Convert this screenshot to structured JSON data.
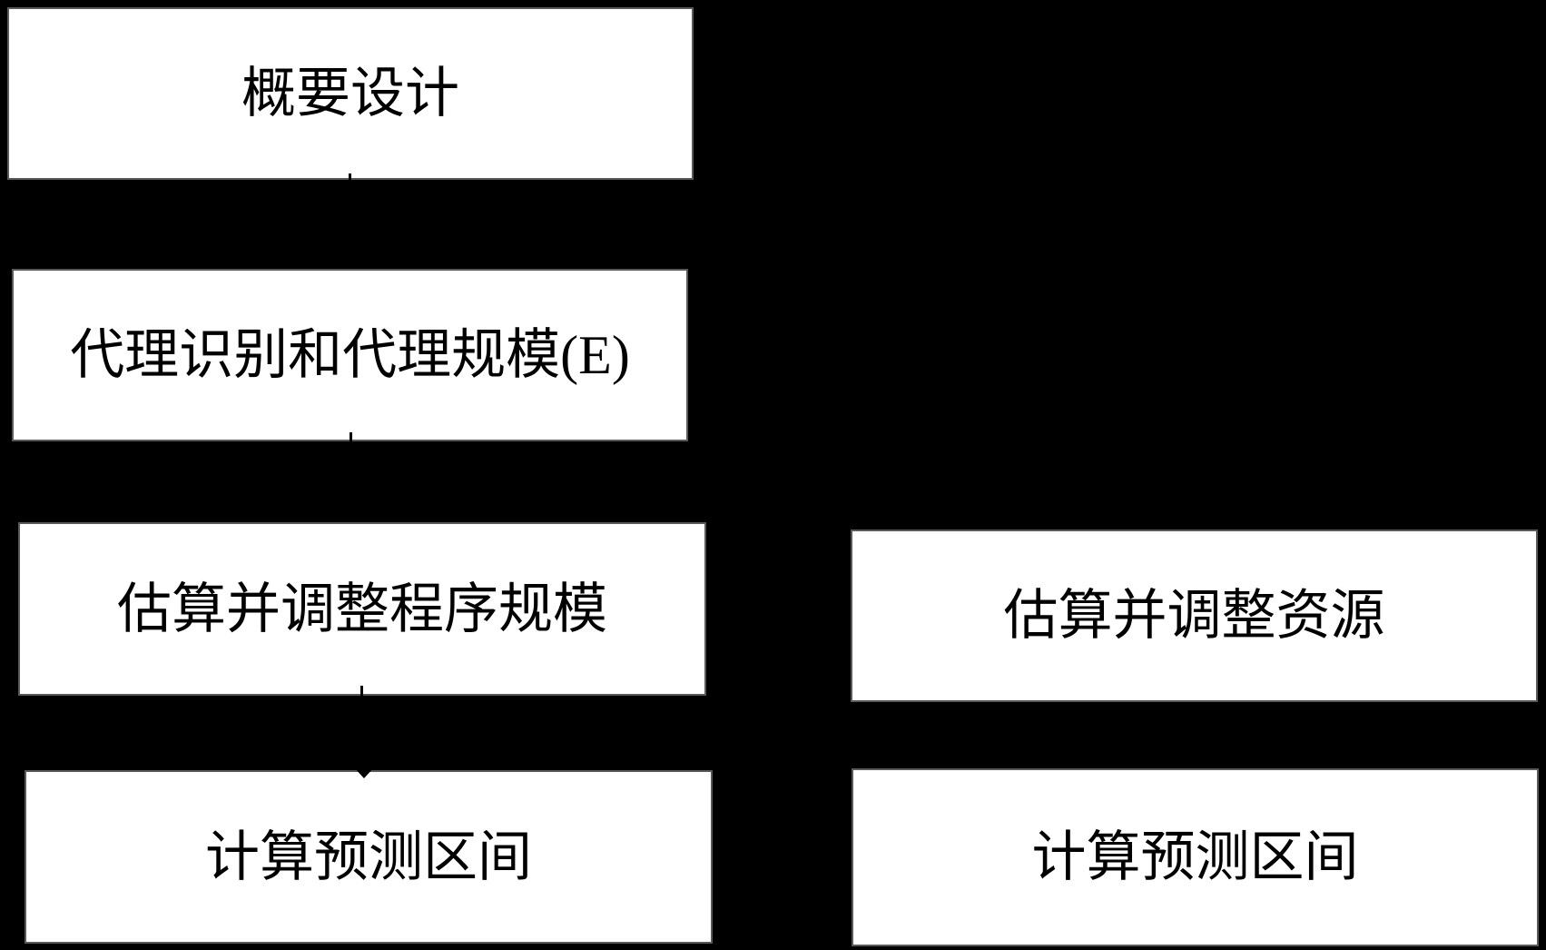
{
  "diagram": {
    "type": "flowchart",
    "background_color": "#000000",
    "box_fill_color": "#ffffff",
    "box_border_color": "#5a5a5a",
    "text_color": "#000000",
    "boxes": {
      "summary_design": {
        "label": "概要设计"
      },
      "proxy_identification": {
        "label": "代理识别和代理规模(E)"
      },
      "estimate_program_size": {
        "label": "估算并调整程序规模"
      },
      "estimate_resources": {
        "label": "估算并调整资源"
      },
      "prediction_interval_left": {
        "label": "计算预测区间"
      },
      "prediction_interval_right": {
        "label": "计算预测区间"
      }
    },
    "connectors": [
      {
        "from": "summary_design",
        "to": "proxy_identification",
        "style": "vertical-tick"
      },
      {
        "from": "proxy_identification",
        "to": "estimate_program_size",
        "style": "vertical-tick"
      },
      {
        "from": "estimate_program_size",
        "to": "prediction_interval_left",
        "style": "vertical-arrow-down"
      }
    ]
  }
}
